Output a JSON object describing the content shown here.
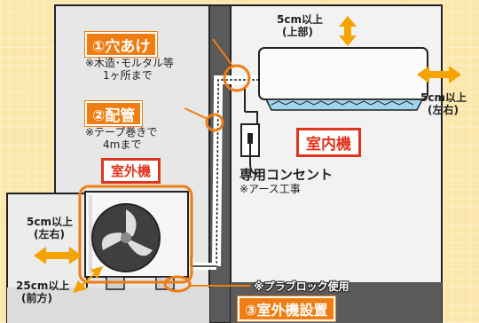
{
  "step1": {
    "label": "①穴あけ",
    "note_line1": "※木造･モルタル等",
    "note_line2": "1ヶ所まで"
  },
  "step2": {
    "label": "②配管",
    "note_line1": "※テープ巻きで",
    "note_line2": "4mまで"
  },
  "step3": {
    "label": "③室外機設置"
  },
  "indoor_unit": {
    "label": "室内機"
  },
  "outdoor_unit": {
    "label": "室外機"
  },
  "top_clearance": {
    "line1": "5cm以上",
    "line2": "(上部)"
  },
  "side_clearance_indoor": {
    "line1": "5cm以上",
    "line2": "(左右)"
  },
  "side_clearance_outdoor": {
    "line1": "5cm以上",
    "line2": "(左右)"
  },
  "front_clearance": {
    "line1": "25cm以上",
    "line2": "(前方)"
  },
  "outlet": {
    "label": "専用コンセント",
    "note": "※アース工事"
  },
  "block": {
    "note": "※プラブロック使用"
  },
  "colors": {
    "accent_orange": "#ef7d12",
    "label_red": "#e0341e",
    "arrow_orange": "#f4a300",
    "wall_dark": "#555555",
    "background": "#fbe7a9"
  }
}
